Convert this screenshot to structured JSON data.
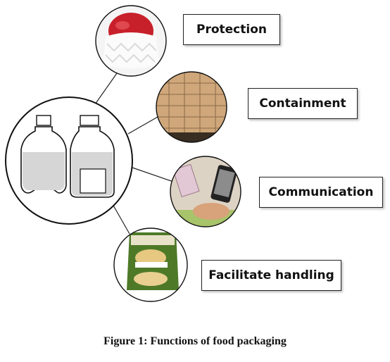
{
  "nodes": {
    "center": {
      "icon": "bottles-icon"
    },
    "protection": {
      "label": "Protection",
      "icon": "apple-foam-net-icon"
    },
    "containment": {
      "label": "Containment",
      "icon": "pallet-of-boxes-icon"
    },
    "communication": {
      "label": "Communication",
      "icon": "phone-scanning-package-icon"
    },
    "handling": {
      "label": "Facilitate handling",
      "icon": "snack-bag-icon"
    }
  },
  "caption": "Figure 1: Functions of food packaging"
}
